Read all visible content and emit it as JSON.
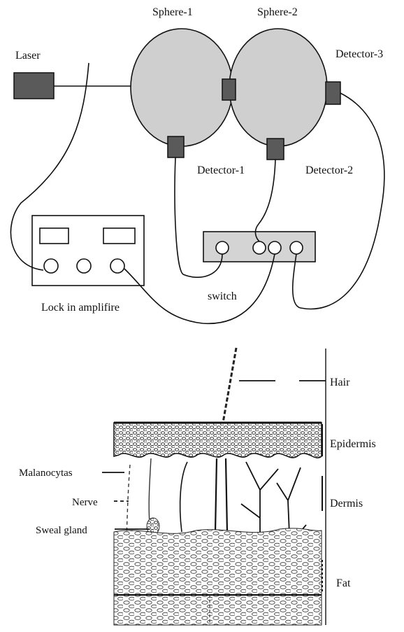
{
  "setup": {
    "labels": {
      "laser": "Laser",
      "sphere1": "Sphere-1",
      "sphere2": "Sphere-2",
      "detector1": "Detector-1",
      "detector2": "Detector-2",
      "detector3": "Detector-3",
      "switch": "switch",
      "amplifier": "Lock in amplifire"
    }
  },
  "skin": {
    "labels": {
      "hair": "Hair",
      "epidermis": "Epidermis",
      "dermis": "Dermis",
      "fat": "Fat",
      "melanocytes": "Malanocytas",
      "nerve": "Nerve",
      "sweat_gland": "Sweal gland"
    }
  },
  "colors": {
    "component_fill": "#5a5a5a",
    "sphere_fill": "#cfcfcf",
    "switch_fill": "#d4d4d4",
    "line": "#111111"
  }
}
